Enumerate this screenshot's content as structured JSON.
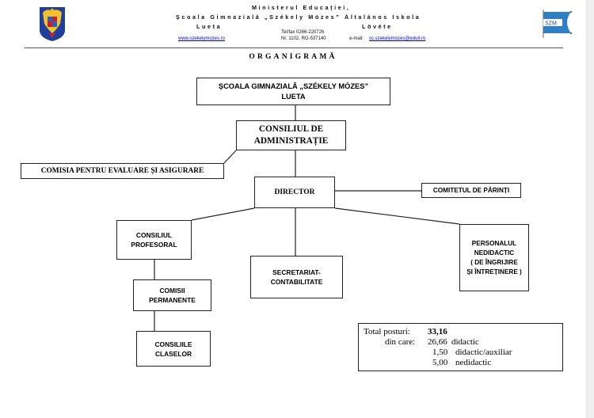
{
  "header": {
    "ministry": "Ministerul Educației,",
    "school_name": "Școala Gimnazială „Székely Mózes” Általános Iskola",
    "locality_ro": "Lueta",
    "locality_hu": "Lövéte",
    "website": "www.szekelymozes.ro",
    "telfax": "Tel/fax 0266-220726",
    "address": "Nr. 1102, RO-537140",
    "email_label": "e-mail:",
    "email": "sc.szekelymozes@edulr.ro",
    "left_logo": "romanian-coat-of-arms-icon",
    "right_logo": "szm-pennant-flag-icon",
    "flag_text": "SZM"
  },
  "document": {
    "title": "ORGANIGRAMĂ"
  },
  "org_chart": {
    "school": {
      "line1": "ȘCOALA GIMNAZIALĂ „SZÉKELY MÓZES”",
      "line2": "LUETA"
    },
    "board": {
      "line1": "CONSILIUL DE",
      "line2": "ADMINISTRAȚIE"
    },
    "evaluation_commission": {
      "label": "COMISIA PENTRU EVALUARE ȘI ASIGURARE"
    },
    "director": {
      "label": "DIRECTOR"
    },
    "parents_committee": {
      "label": "COMITETUL DE PĂRINȚI"
    },
    "teachers_council": {
      "line1": "CONSILIUL",
      "line2": "PROFESORAL"
    },
    "secretariat": {
      "line1": "SECRETARIAT-",
      "line2": "CONTABILITATE"
    },
    "non_teaching_staff": {
      "line1": "PERSONALUL",
      "line2": "NEDIDACTIC",
      "line3": "( DE ÎNGRIJIRE",
      "line4": "ȘI ÎNTREȚINERE )"
    },
    "permanent_commissions": {
      "line1": "COMISII",
      "line2": "PERMANENTE"
    },
    "class_councils": {
      "line1": "CONSILIILE",
      "line2": "CLASELOR"
    }
  },
  "totals": {
    "label": "Total posturi:",
    "total_value": "33,16",
    "breakdown_label": "din care:",
    "rows": [
      {
        "value": "26,66",
        "label": "didactic"
      },
      {
        "value": "1,50",
        "label": "didactic/auxiliar"
      },
      {
        "value": "5,00",
        "label": "nedidactic"
      }
    ]
  },
  "colors": {
    "flag_blue": "#2f7fc4",
    "coat_blue": "#1f3f9a",
    "coat_gold": "#f2c12e",
    "link": "#0000cc"
  }
}
